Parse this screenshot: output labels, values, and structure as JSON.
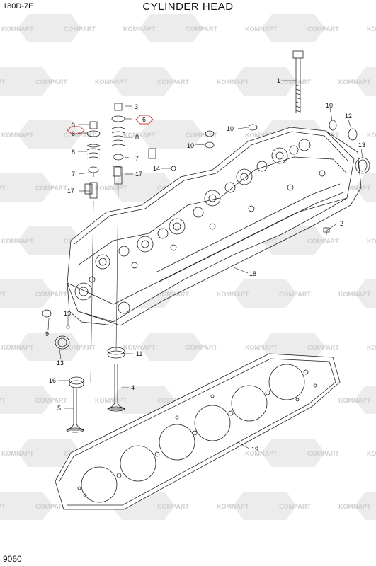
{
  "header": {
    "model": "180D-7E",
    "title": "CYLINDER HEAD"
  },
  "footer": {
    "page_code": "9060"
  },
  "watermark": {
    "text_a": "KOMNAPT",
    "text_b": "COMPART"
  },
  "callouts": {
    "c1": "1",
    "c2": "2",
    "c3a": "3",
    "c3b": "3",
    "c4": "4",
    "c5": "5",
    "c6a": "6",
    "c6b": "6",
    "c7a": "7",
    "c7b": "7",
    "c8a": "8",
    "c8b": "8",
    "c9": "9",
    "c10a": "10",
    "c10b": "10",
    "c10c": "10",
    "c11": "11",
    "c12": "12",
    "c13a": "13",
    "c13b": "13",
    "c14": "14",
    "c15": "15",
    "c16": "16",
    "c17a": "17",
    "c17b": "17",
    "c18": "18",
    "c19": "19"
  },
  "colors": {
    "highlight": "#e0393e",
    "line": "#222222",
    "watermark": "#d4d4d4"
  }
}
